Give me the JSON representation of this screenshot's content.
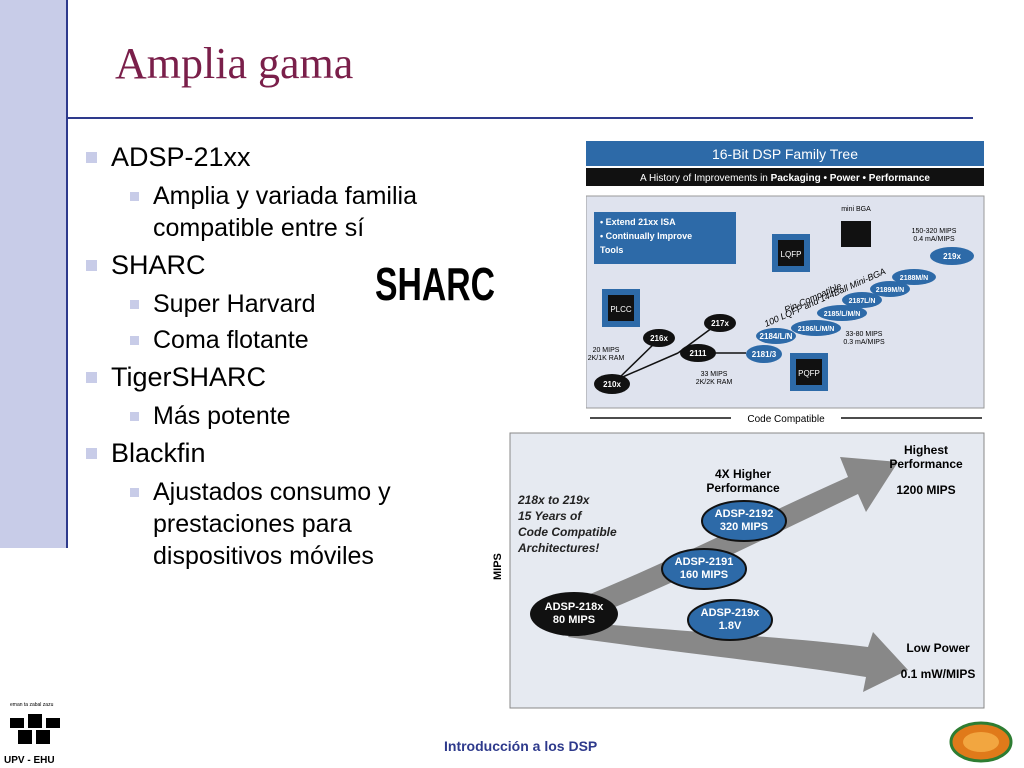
{
  "slide": {
    "title": "Amplia gama",
    "footer": "Introducción a los DSP",
    "upv_label": "UPV - EHU",
    "upv_top": "eman ta zabal zazu"
  },
  "bullets": [
    {
      "text": "ADSP-21xx",
      "sub": [
        "Amplia y variada familia compatible entre sí"
      ]
    },
    {
      "text": "SHARC",
      "sub": [
        "Super Harvard",
        "Coma flotante"
      ]
    },
    {
      "text": "TigerSHARC",
      "sub": [
        "Más potente"
      ]
    },
    {
      "text": "Blackfin",
      "sub": [
        "Ajustados consumo y prestaciones para dispositivos móviles"
      ]
    }
  ],
  "sharc_logo": "SHARC",
  "tree": {
    "header": "16-Bit DSP Family Tree",
    "subheader_pre": "A History of Improvements in ",
    "subheader_bold": "Packaging • Power • Performance",
    "box_lines": [
      "• Extend 21xx ISA",
      "• Continually Improve",
      "   Tools"
    ],
    "chips": [
      "PLCC",
      "LQFP",
      "PQFP"
    ],
    "minibga": "mini BGA",
    "nodes": [
      "210x",
      "216x",
      "2111",
      "217x",
      "2181/3",
      "2184/L/N",
      "2186/L/M/N",
      "2185/L/M/N",
      "2187L/N",
      "2189M/N",
      "2188M/N",
      "219x"
    ],
    "pin_text": "Pin-Compatible",
    "pkg_text": "100 LQFP and 144Ball Mini-BGA",
    "ann1": [
      "20 MIPS",
      "2K/1K RAM"
    ],
    "ann2": [
      "33 MIPS",
      "2K/2K RAM"
    ],
    "ann3": [
      "33-80 MIPS",
      "0.3 mA/MIPS"
    ],
    "ann4": [
      "150-320 MIPS",
      "0.4 mA/MIPS"
    ],
    "code_compatible": "Code Compatible"
  },
  "mips_fig": {
    "ylabel": "MIPS",
    "italic": [
      "218x to 219x",
      "15 Years of",
      "Code Compatible",
      "Architectures!"
    ],
    "top_label": [
      "4X Higher",
      "Performance"
    ],
    "highest": [
      "Highest",
      "Performance"
    ],
    "highest_val": "1200 MIPS",
    "low": "Low Power",
    "low_val": "0.1 mW/MIPS",
    "n1": [
      "ADSP-218x",
      "80 MIPS"
    ],
    "n2": [
      "ADSP-2191",
      "160 MIPS"
    ],
    "n3": [
      "ADSP-2192",
      "320 MIPS"
    ],
    "n4": [
      "ADSP-219x",
      "1.8V"
    ]
  }
}
